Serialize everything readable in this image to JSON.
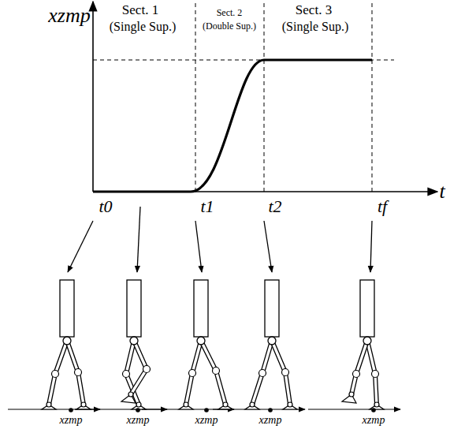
{
  "diagram": {
    "labels": [
      "xzmp",
      "Sect. 1",
      "(Single Sup.)",
      "Sect. 2",
      "(Double Sup.)",
      "Sect. 3",
      "(Single Sup.)",
      "t",
      "t0",
      "t1",
      "t2",
      "tf",
      "xzmp",
      "xzmp",
      "xzmp",
      "xzmp",
      "xzmp"
    ]
  }
}
